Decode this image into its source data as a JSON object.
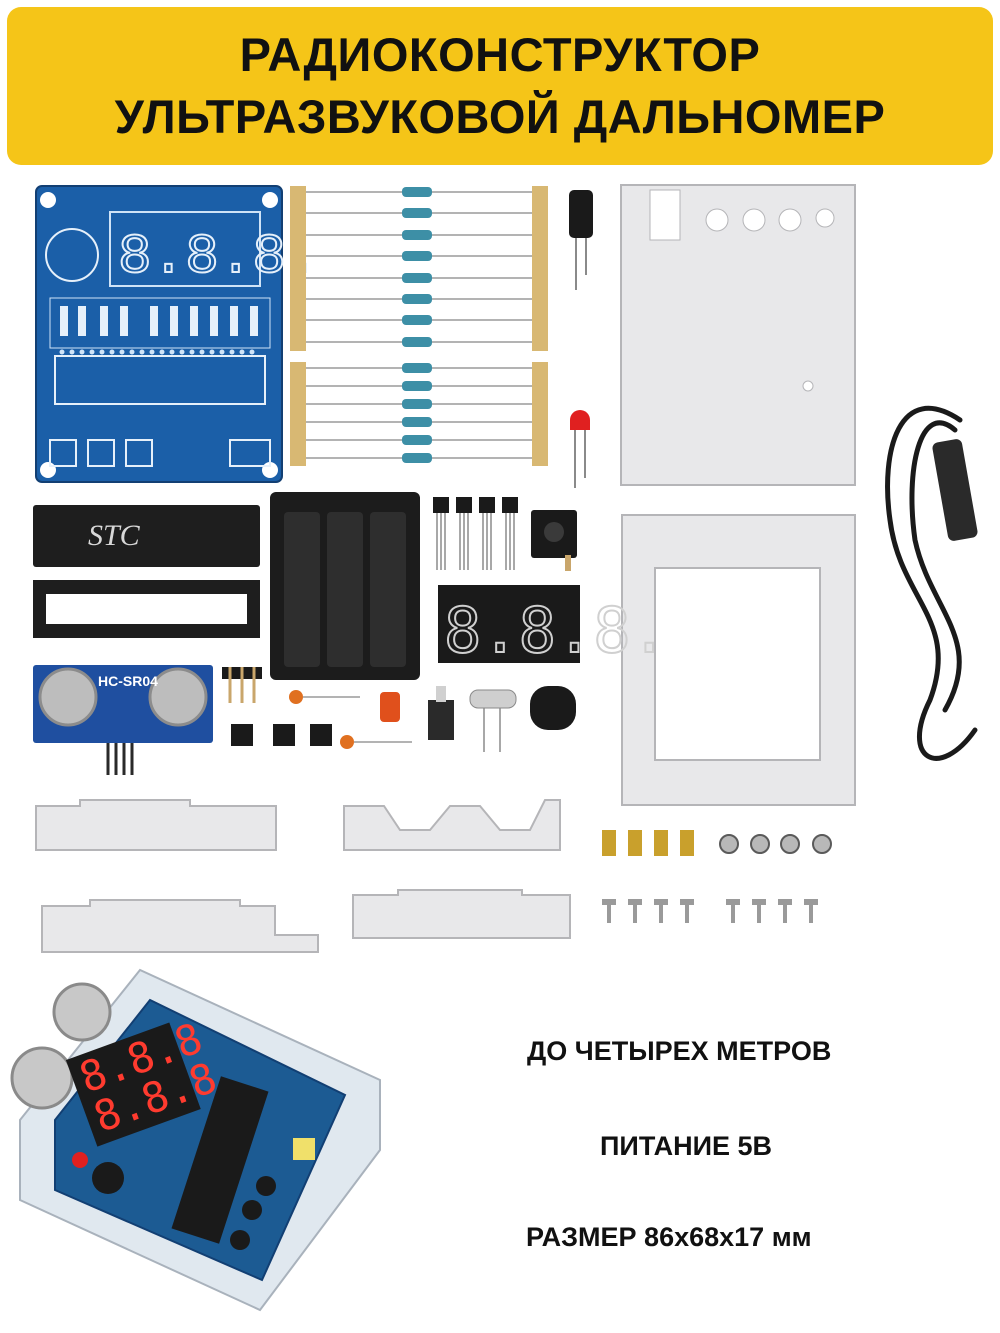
{
  "header": {
    "title_line_1": "РАДИОКОНСТРУКТОР",
    "title_line_2": "УЛЬТРАЗВУКОВОЙ ДАЛЬНОМЕР"
  },
  "pcb": {
    "display": "8.8.8."
  },
  "components": {
    "mcu_label": "STC",
    "sensor_label": "HC-SR04",
    "display_module": "8.8.8.",
    "assembled_display": "8.8.8"
  },
  "specs": {
    "range": "ДО ЧЕТЫРЕХ МЕТРОВ",
    "power": "ПИТАНИЕ 5В",
    "size": "РАЗМЕР 86х68х17 мм"
  },
  "colors": {
    "banner": "#f5c518",
    "pcb_blue": "#1b5fa8",
    "acrylic": "#e8e8ea",
    "led_red": "#e02020"
  }
}
